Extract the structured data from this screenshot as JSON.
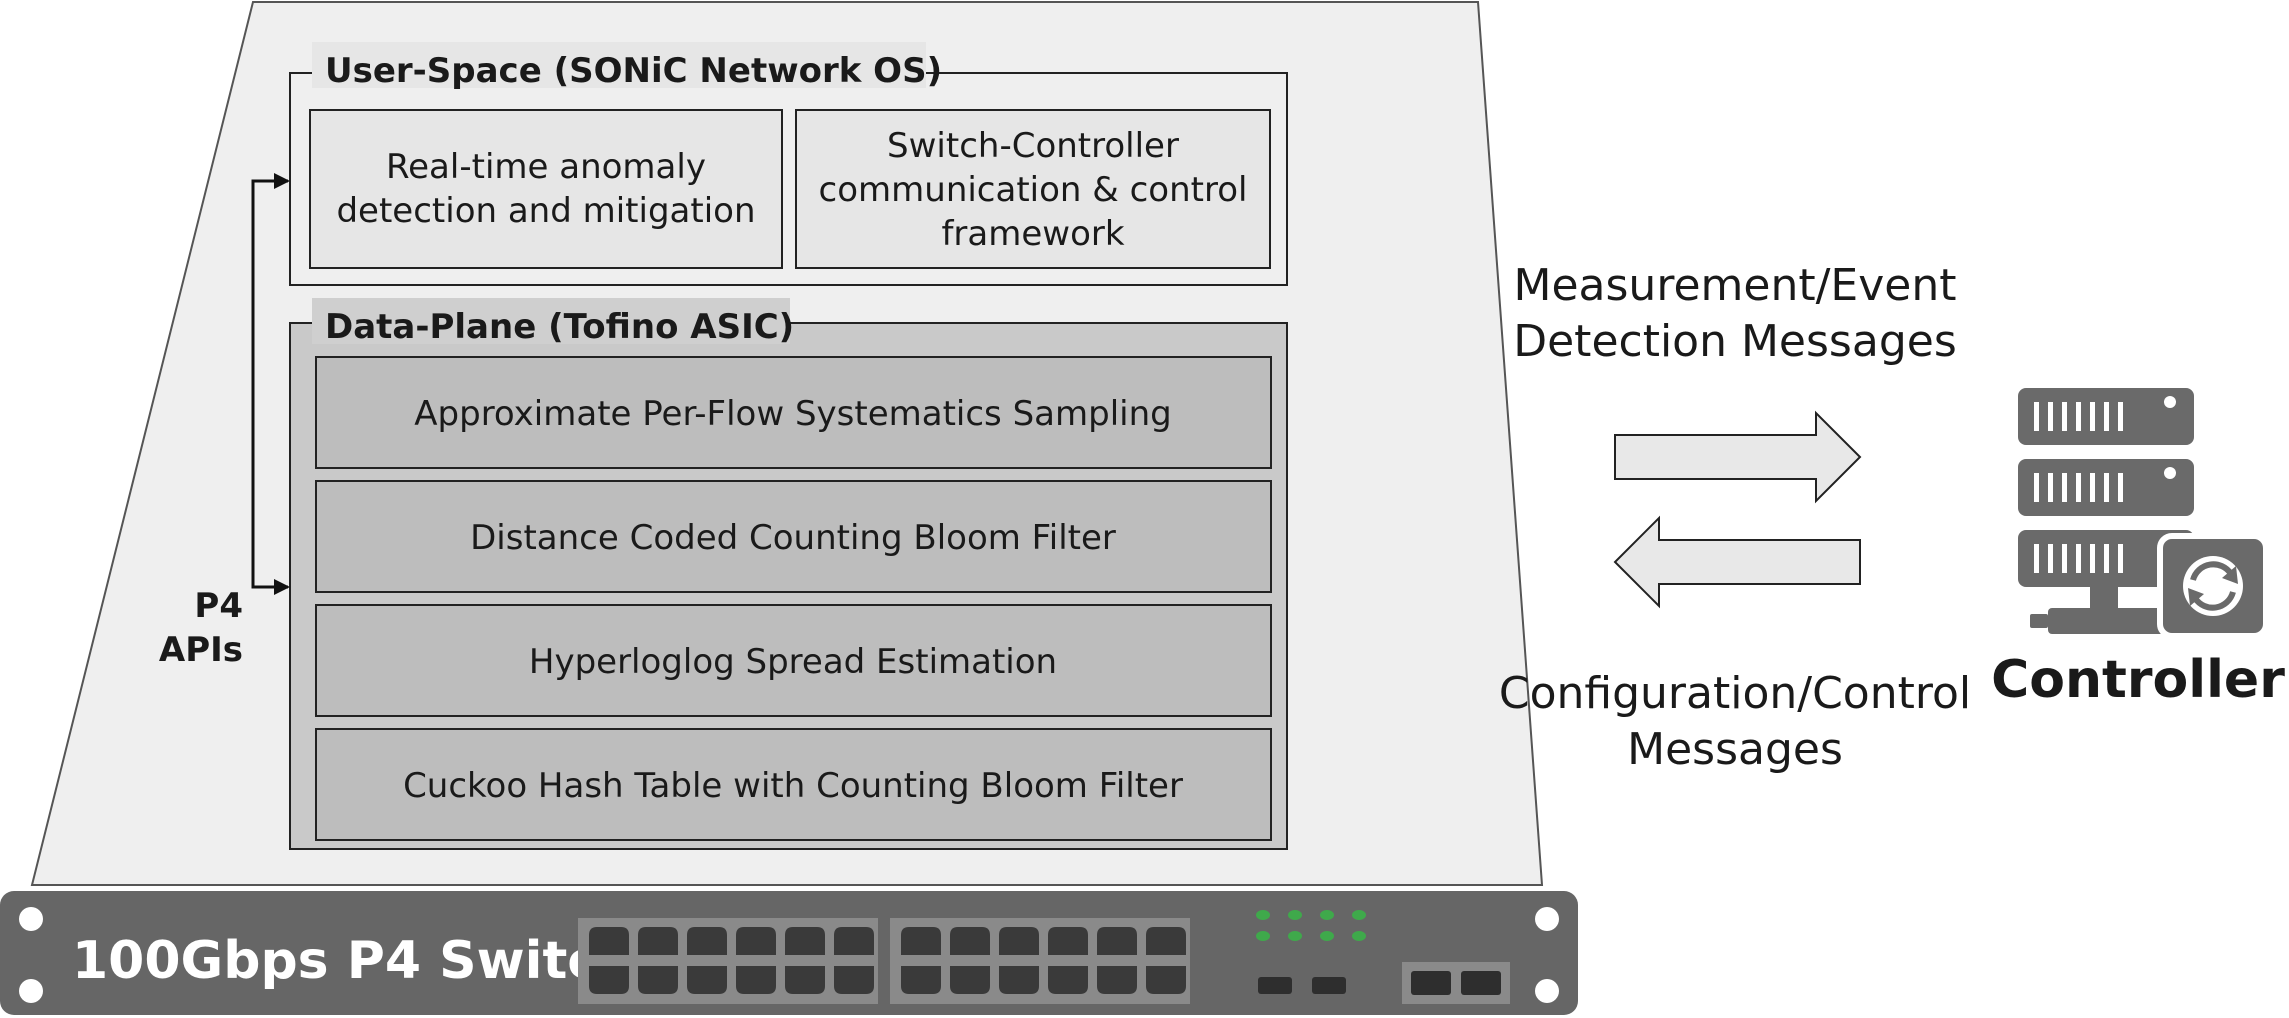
{
  "user_space": {
    "title": "User-Space (SONiC Network OS)",
    "box1": [
      "Real-time anomaly",
      "detection and mitigation"
    ],
    "box2": [
      "Switch-Controller",
      "communication & control",
      "framework"
    ]
  },
  "data_plane": {
    "title": "Data-Plane (Tofino ASIC)",
    "rows": [
      "Approximate Per-Flow Systematics Sampling",
      "Distance Coded Counting Bloom Filter",
      "Hyperloglog Spread Estimation",
      "Cuckoo Hash Table with Counting Bloom Filter"
    ]
  },
  "p4_apis": [
    "P4",
    "APIs"
  ],
  "switch_label": "100Gbps P4 Switch",
  "top_message": [
    "Measurement/Event",
    "Detection Messages"
  ],
  "bottom_message": [
    "Configuration/Control",
    "Messages"
  ],
  "controller_label": "Controller",
  "colors": {
    "trapezoid_fill": "#efefef",
    "box_fill": "#e8e8e8",
    "dataplane_fill": "#c9c9c9",
    "row_fill": "#bdbdbd",
    "switch_body": "#666666",
    "controller_icon": "#6a6a6a",
    "led_green": "#3fa94b"
  },
  "icons": [
    "server-rack-icon",
    "sync-icon",
    "arrow-right-icon",
    "arrow-left-icon",
    "ethernet-port-icon"
  ]
}
